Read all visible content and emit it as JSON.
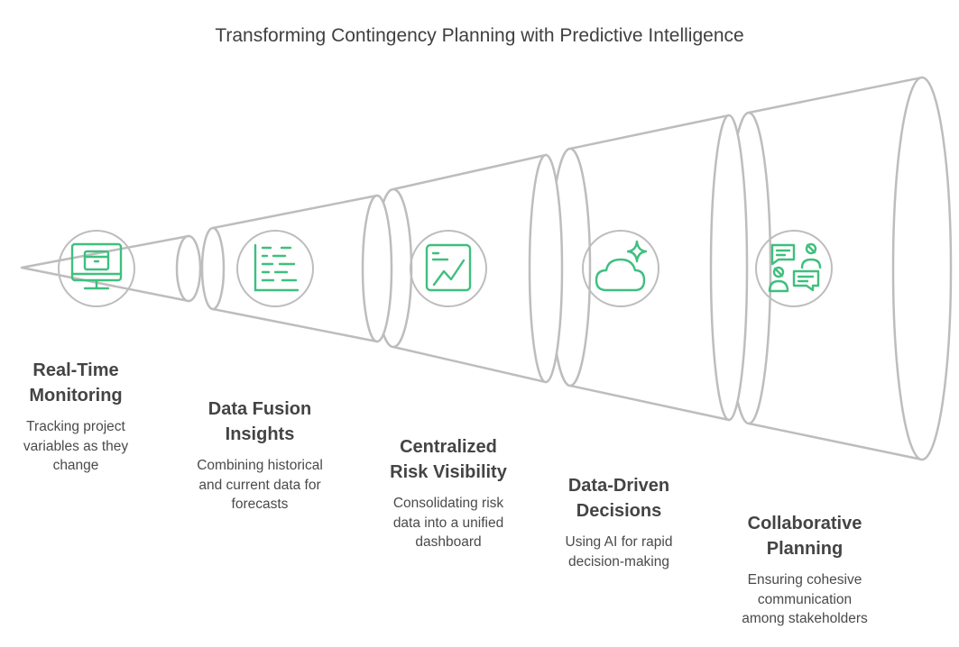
{
  "title": "Transforming Contingency Planning with Predictive Intelligence",
  "colors": {
    "accent": "#3fbf7f",
    "outline": "#bdbdbd",
    "fill": "#ffffff"
  },
  "stages": [
    {
      "heading_line1": "Real-Time",
      "heading_line2": "Monitoring",
      "desc_line1": "Tracking project",
      "desc_line2": "variables as they",
      "desc_line3": "change",
      "icon": "monitor-with-box-icon"
    },
    {
      "heading_line1": "Data Fusion",
      "heading_line2": "Insights",
      "desc_line1": "Combining historical",
      "desc_line2": "and current data for",
      "desc_line3": "forecasts",
      "icon": "data-lines-chart-icon"
    },
    {
      "heading_line1": "Centralized",
      "heading_line2": "Risk Visibility",
      "desc_line1": "Consolidating risk",
      "desc_line2": "data into a unified",
      "desc_line3": "dashboard",
      "icon": "dashboard-trend-icon"
    },
    {
      "heading_line1": "Data-Driven",
      "heading_line2": "Decisions",
      "desc_line1": "Using AI for rapid",
      "desc_line2": "decision-making",
      "icon": "cloud-sparkle-icon"
    },
    {
      "heading_line1": "Collaborative",
      "heading_line2": "Planning",
      "desc_line1": "Ensuring cohesive",
      "desc_line2": "communication",
      "desc_line3": "among stakeholders",
      "icon": "people-chat-icon"
    }
  ]
}
